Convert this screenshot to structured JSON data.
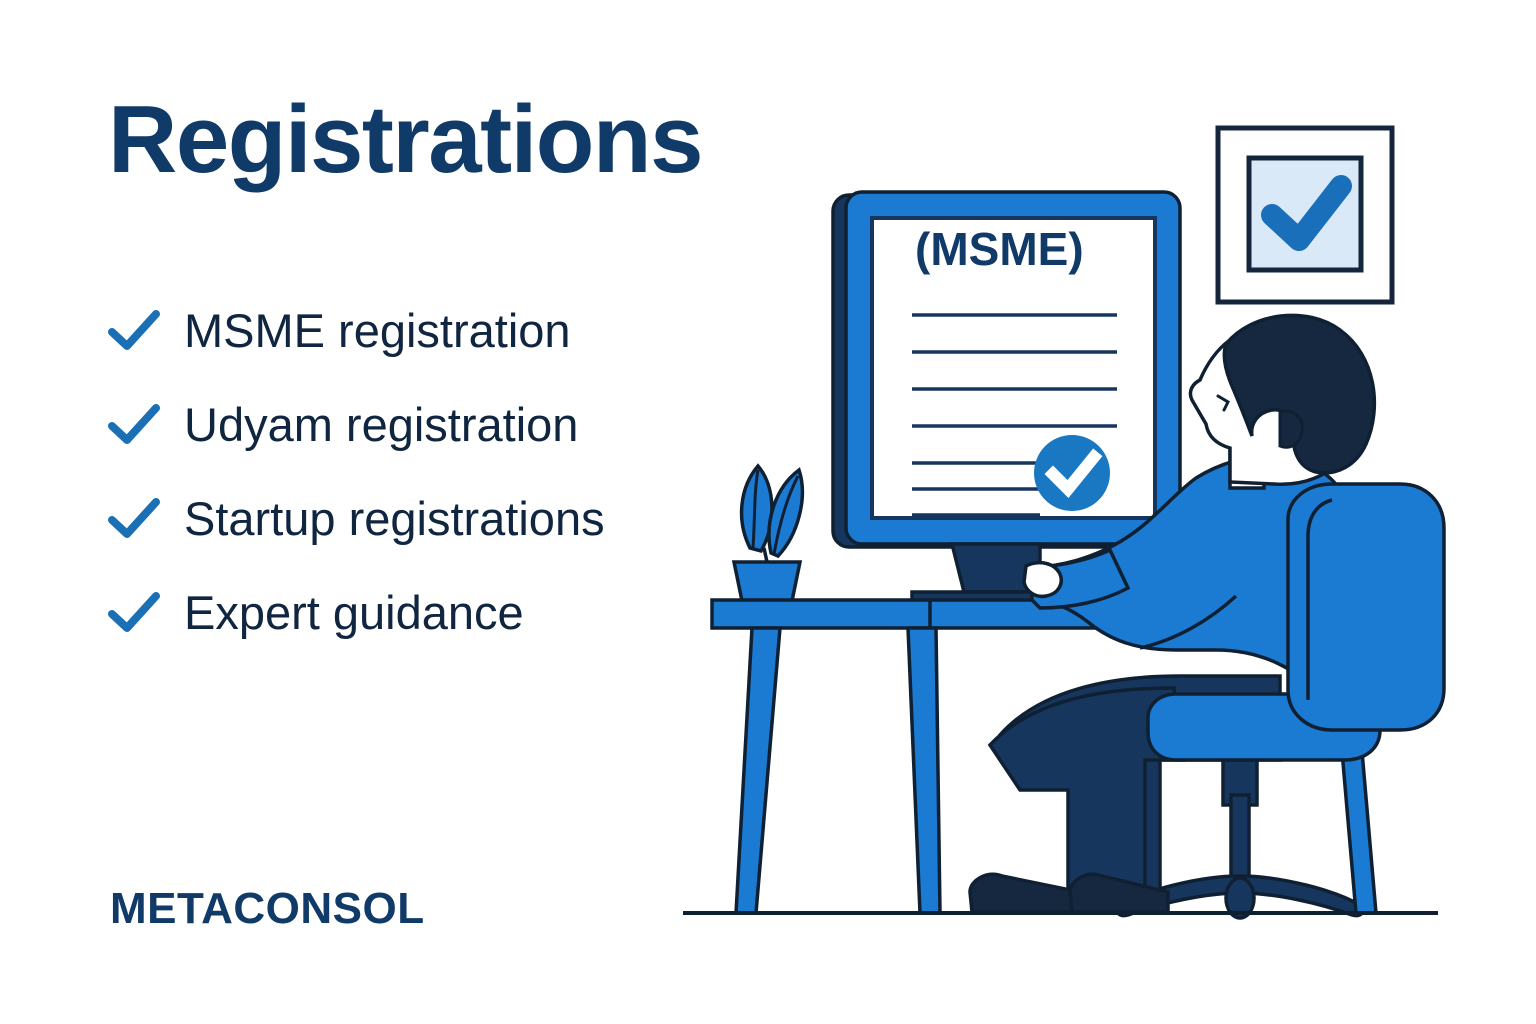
{
  "page": {
    "background_color": "#ffffff",
    "title": "Registrations",
    "title_color": "#103a68"
  },
  "features": {
    "bullet_icon": "check-icon",
    "bullet_color": "#1b6fb5",
    "text_color": "#10253f",
    "items": [
      {
        "label": "MSME registration"
      },
      {
        "label": "Udyam registration"
      },
      {
        "label": "Startup registrations"
      },
      {
        "label": "Expert guidance"
      }
    ]
  },
  "brand": {
    "name": "METACONSOL",
    "color": "#103a68"
  },
  "illustration": {
    "name": "person-at-desk-with-msme-certificate",
    "colors": {
      "primary_blue": "#1b7ad1",
      "mid_blue": "#1a78c2",
      "dark_navy": "#16365e",
      "outline": "#102033",
      "light_blue": "#d9e9f8",
      "white": "#ffffff"
    },
    "monitor": {
      "screen_title": "(MSME)",
      "document_line_count": 7,
      "verified_badge_icon": "check-circle-icon"
    },
    "wall_frame": {
      "icon": "check-icon",
      "mat_color": "#d9e9f8",
      "check_color": "#1a6fba"
    },
    "desk_items": [
      {
        "name": "potted-plant",
        "leaf_count": 2
      },
      {
        "name": "computer-mouse"
      }
    ],
    "person": {
      "hair_color": "#16283f",
      "shirt_color": "#1b7ad1",
      "trousers_color": "#16365e",
      "shoes_color": "#16283f"
    },
    "chair": {
      "name": "office-chair",
      "color": "#1b7ad1",
      "caster_count": 3
    }
  }
}
